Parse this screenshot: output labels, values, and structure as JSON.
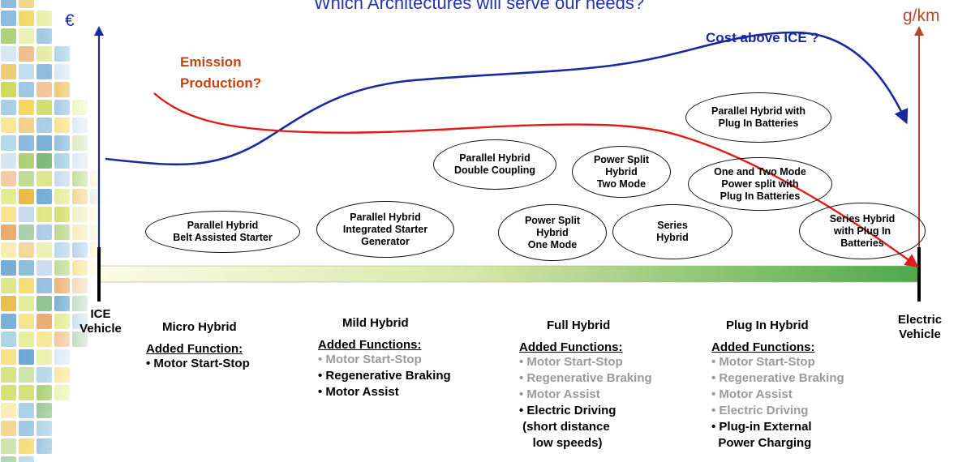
{
  "title": "Which Architectures will serve our needs?",
  "axes": {
    "left_unit": "€",
    "right_unit": "g/km",
    "start_label": "ICE\nVehicle",
    "end_label": "Electric\nVehicle"
  },
  "curve_labels": {
    "cost": "Cost above ICE ?",
    "emission_line1": "Emission",
    "emission_line2": "Production?"
  },
  "colors": {
    "cost_curve": "#1a2a9e",
    "emission_curve": "#e11a1a",
    "title": "#2633b3",
    "emission_label": "#c8410a",
    "right_axis": "#b5482a",
    "bar_start": "#fbfbe6",
    "bar_end": "#4ea84a",
    "inactive_text": "#9a9a9a"
  },
  "architectures": [
    {
      "id": "parallel-belt",
      "label": "Parallel Hybrid\nBelt Assisted Starter"
    },
    {
      "id": "parallel-isg",
      "label": "Parallel Hybrid\nIntegrated Starter\nGenerator"
    },
    {
      "id": "parallel-double",
      "label": "Parallel Hybrid\nDouble Coupling"
    },
    {
      "id": "power-split-one",
      "label": "Power Split\nHybrid\nOne Mode"
    },
    {
      "id": "power-split-two",
      "label": "Power Split\nHybrid\nTwo Mode"
    },
    {
      "id": "series",
      "label": "Series\nHybrid"
    },
    {
      "id": "parallel-plugin",
      "label": "Parallel Hybrid with\nPlug In Batteries"
    },
    {
      "id": "one-two-mode-plugin",
      "label": "One and Two Mode\nPower split with\nPlug In Batteries"
    },
    {
      "id": "series-plugin",
      "label": "Series Hybrid\nwith Plug In\nBatteries"
    }
  ],
  "categories": [
    {
      "name": "Micro Hybrid",
      "added_label": "Added Function:",
      "functions": [
        {
          "text": "• Motor Start-Stop",
          "active": true
        }
      ]
    },
    {
      "name": "Mild Hybrid",
      "added_label": "Added Functions:",
      "functions": [
        {
          "text": "• Motor Start-Stop",
          "active": false
        },
        {
          "text": "• Regenerative Braking",
          "active": true
        },
        {
          "text": "• Motor Assist",
          "active": true
        }
      ]
    },
    {
      "name": "Full Hybrid",
      "added_label": "Added Functions:",
      "functions": [
        {
          "text": "• Motor Start-Stop",
          "active": false
        },
        {
          "text": "• Regenerative Braking",
          "active": false
        },
        {
          "text": "• Motor Assist",
          "active": false
        },
        {
          "text": "• Electric Driving",
          "active": true
        },
        {
          "text": " (short distance",
          "active": true
        },
        {
          "text": "    low speeds)",
          "active": true
        }
      ]
    },
    {
      "name": "Plug In Hybrid",
      "added_label": "Added Functions:",
      "functions": [
        {
          "text": "• Motor Start-Stop",
          "active": false
        },
        {
          "text": "• Regenerative Braking",
          "active": false
        },
        {
          "text": "• Motor Assist",
          "active": false
        },
        {
          "text": "• Electric Driving",
          "active": false
        },
        {
          "text": "• Plug-in External",
          "active": true
        },
        {
          "text": "  Power Charging",
          "active": true
        }
      ]
    }
  ]
}
